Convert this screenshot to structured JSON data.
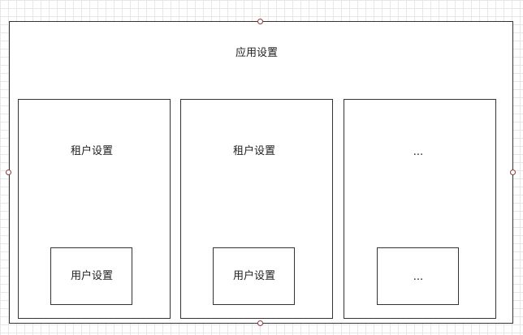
{
  "diagram": {
    "outer": {
      "label": "应用设置"
    },
    "panels": [
      {
        "label": "租户设置",
        "inner_label": "用户设置"
      },
      {
        "label": "租户设置",
        "inner_label": "用户设置"
      },
      {
        "label": "...",
        "inner_label": "..."
      }
    ]
  },
  "colors": {
    "border": "#333333",
    "grid": "#e6e6e6",
    "handle": "#8b3a3a"
  }
}
